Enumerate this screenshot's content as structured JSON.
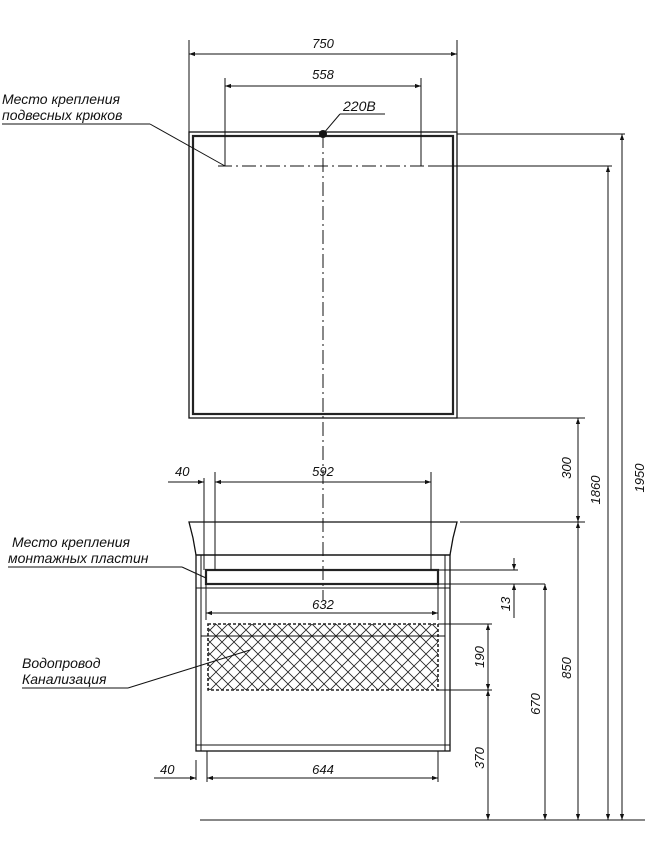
{
  "labels": {
    "hook_mount_line1": "Место крепления",
    "hook_mount_line2": "подвесных крюков",
    "voltage": "220В",
    "plate_mount_line1": "Место крепления",
    "plate_mount_line2": "монтажных пластин",
    "water_line1": "Водопровод",
    "water_line2": "Канализация"
  },
  "dimensions": {
    "mirror_width": "750",
    "hook_spacing": "558",
    "cabinet_offset_top": "40",
    "inner_width_top": "592",
    "plate_width": "632",
    "cabinet_offset_bottom": "40",
    "bottom_width": "644",
    "gap_300": "300",
    "height_1860": "1860",
    "height_1950": "1950",
    "height_850": "850",
    "height_670": "670",
    "height_370": "370",
    "plate_13": "13",
    "zone_190": "190"
  }
}
